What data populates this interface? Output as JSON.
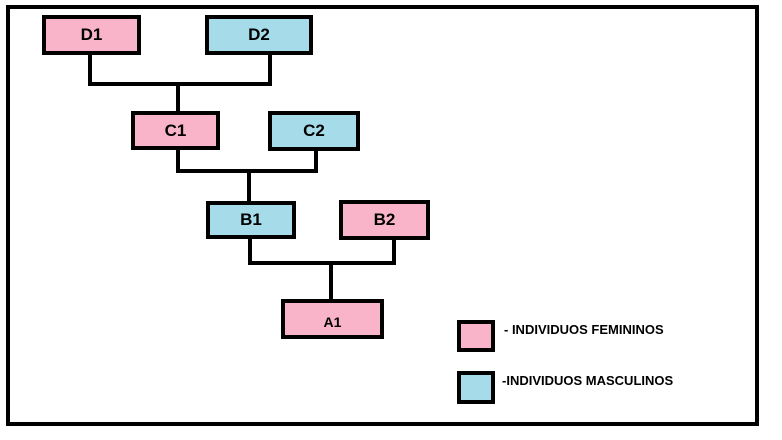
{
  "colors": {
    "female": "#f9b4c9",
    "male": "#a6dcea",
    "line": "#000000"
  },
  "nodes": {
    "D1": {
      "label": "D1",
      "sex": "female"
    },
    "D2": {
      "label": "D2",
      "sex": "male"
    },
    "C1": {
      "label": "C1",
      "sex": "female"
    },
    "C2": {
      "label": "C2",
      "sex": "male"
    },
    "B1": {
      "label": "B1",
      "sex": "male"
    },
    "B2": {
      "label": "B2",
      "sex": "female"
    },
    "A1": {
      "label": "A1",
      "sex": "female"
    }
  },
  "legend": {
    "female_label": "- INDIVIDUOS FEMININOS",
    "male_label": "-INDIVIDUOS MASCULINOS"
  }
}
